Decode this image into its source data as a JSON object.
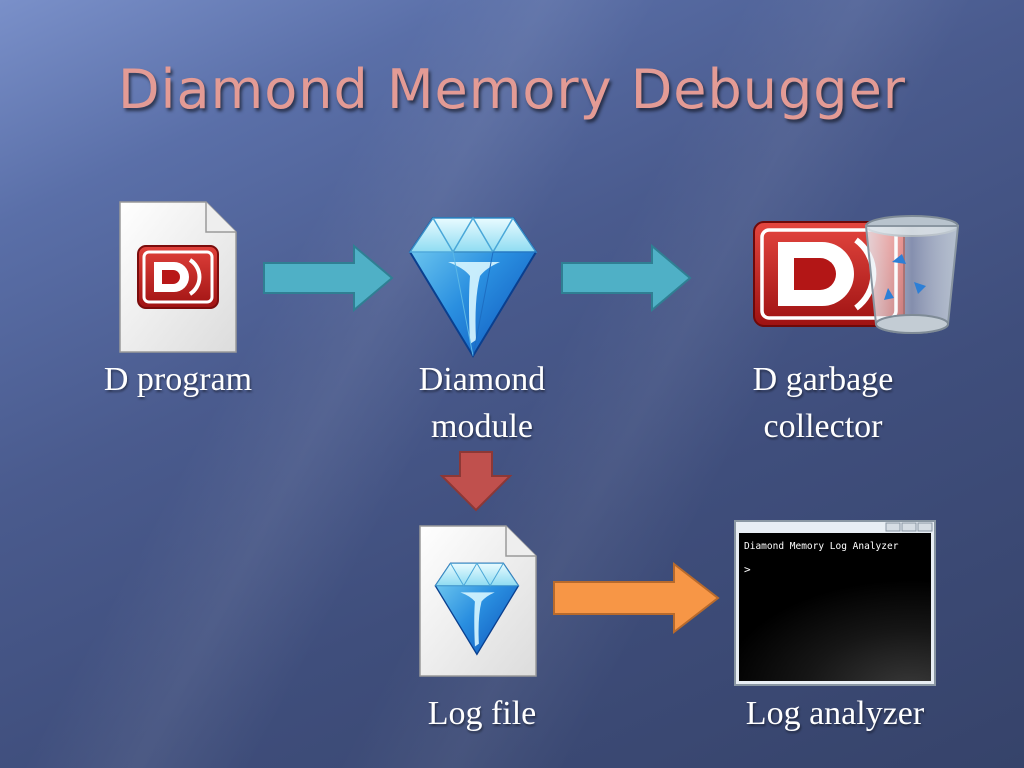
{
  "title": "Diamond Memory Debugger",
  "nodes": {
    "d_program": {
      "label": "D program"
    },
    "diamond_module": {
      "label_line1": "Diamond",
      "label_line2": "module"
    },
    "garbage_collector": {
      "label_line1": "D garbage",
      "label_line2": "collector"
    },
    "log_file": {
      "label": "Log file"
    },
    "log_analyzer": {
      "label": "Log analyzer",
      "terminal_title": "Diamond Memory Log Analyzer",
      "terminal_prompt": ">"
    }
  },
  "edges": [
    {
      "from": "D program",
      "to": "Diamond module",
      "color": "#4fb0c6"
    },
    {
      "from": "Diamond module",
      "to": "D garbage collector",
      "color": "#4fb0c6"
    },
    {
      "from": "Diamond module",
      "to": "Log file",
      "color": "#c0504d"
    },
    {
      "from": "Log file",
      "to": "Log analyzer",
      "color": "#f79646"
    }
  ],
  "colors": {
    "title": "#e39b95",
    "label": "#ffffff",
    "d_logo_red": "#c21b1b"
  }
}
